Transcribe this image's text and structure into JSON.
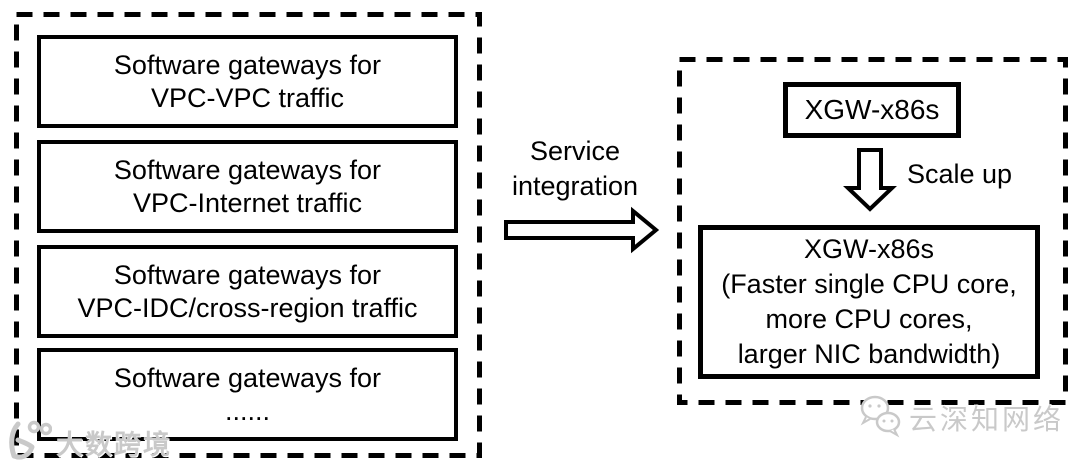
{
  "diagram": {
    "left_group": {
      "boxes": [
        {
          "line1": "Software gateways for",
          "line2": "VPC-VPC traffic"
        },
        {
          "line1": "Software gateways for",
          "line2": "VPC-Internet traffic"
        },
        {
          "line1": "Software gateways for",
          "line2": "VPC-IDC/cross-region traffic"
        },
        {
          "line1": "Software gateways for",
          "line2": "......"
        }
      ]
    },
    "connector": {
      "label_line1": "Service",
      "label_line2": "integration"
    },
    "right_group": {
      "top_box_label": "XGW-x86s",
      "scale_up_label": "Scale up",
      "bottom_box": {
        "line1": "XGW-x86s",
        "line2": "(Faster single CPU core,",
        "line3": "more CPU cores,",
        "line4": "larger NIC bandwidth)"
      }
    }
  },
  "watermarks": {
    "bottom_left_text": "大数跨境",
    "bottom_right_text": "云深知网络"
  },
  "icons": {
    "service_integration_arrow": "right-arrow-icon",
    "scale_up_arrow": "down-arrow-icon",
    "bottom_left_logo": "watermark-logo-icon",
    "bottom_right_logo": "wechat-icon"
  },
  "colors": {
    "line": "#000000",
    "text": "#000000",
    "background": "#ffffff",
    "watermark": "#c9c9c9"
  }
}
